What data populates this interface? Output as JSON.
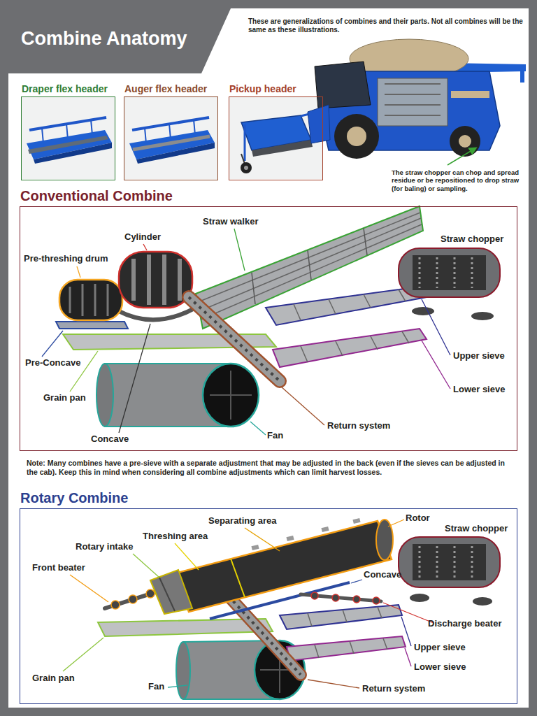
{
  "diagram": {
    "title": "Combine Anatomy",
    "nodes": [
      {
        "text": [
          "Draper flex header"
        ]
      },
      {
        "text": [
          "Auger flex header"
        ]
      },
      {
        "text": [
          "Pickup header"
        ]
      },
      {
        "text": [
          "Conventional Combine"
        ]
      },
      {
        "text": [
          "Rotary Combine"
        ]
      }
    ],
    "edges": [],
    "labels": [
      "These are generalizations of combines and their parts. Not all combines will be the same as these illustrations.",
      "The straw chopper can chop and spread residue or be repositioned to drop straw (for baling) or sampling.",
      "Straw walker",
      "Cylinder",
      "Straw chopper",
      "Pre-threshing drum",
      "Upper sieve",
      "Pre-Concave",
      "Lower sieve",
      "Grain pan",
      "Return system",
      "Fan",
      "Concave",
      "Note: Many combines have a pre-sieve with a separate adjustment that may be adjusted in the back (even if the sieves can be adjusted in the cab). Keep this in mind when considering all combine adjustments which can limit harvest losses.",
      "Separating area",
      "Rotor",
      "Straw chopper",
      "Threshing area",
      "Rotary intake",
      "Front beater",
      "Concave",
      "Discharge beater",
      "Upper sieve",
      "Lower sieve",
      "Grain pan",
      "Fan",
      "Return system"
    ]
  }
}
